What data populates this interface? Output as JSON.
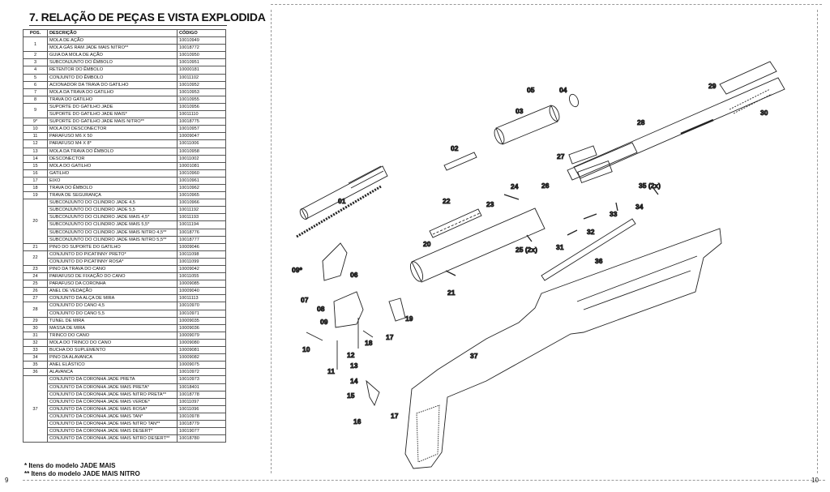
{
  "section_title": "7. RELAÇÃO DE PEÇAS E VISTA EXPLODIDA",
  "table_headers": {
    "pos": "POS.",
    "desc": "DESCRIÇÃO",
    "code": "CÓDIGO"
  },
  "parts": [
    {
      "pos": "1",
      "span": 2,
      "desc": "MOLA DE AÇÃO",
      "code": "10010949"
    },
    {
      "desc": "MOLA GÁS RAM JADE MAIS NITRO**",
      "code": "10018772"
    },
    {
      "pos": "2",
      "desc": "GUIA DA MOLA DE AÇÃO",
      "code": "10010950"
    },
    {
      "pos": "3",
      "desc": "SUBCONJUNTO DO ÊMBOLO",
      "code": "10010951"
    },
    {
      "pos": "4",
      "desc": "RETENTOR DO ÊMBOLO",
      "code": "10000181"
    },
    {
      "pos": "5",
      "desc": "CONJUNTO DO ÊMBOLO",
      "code": "10011102"
    },
    {
      "pos": "6",
      "desc": "ACIONADOR DA TRAVA DO GATILHO",
      "code": "10010952"
    },
    {
      "pos": "7",
      "desc": "MOLA DA TRAVA DO GATILHO",
      "code": "10010953"
    },
    {
      "pos": "8",
      "desc": "TRAVA DO GATILHO",
      "code": "10010955"
    },
    {
      "pos": "9",
      "span": 2,
      "desc": "SUPORTE DO GATILHO JADE",
      "code": "10010956"
    },
    {
      "desc": "SUPORTE DO GATILHO JADE MAIS*",
      "code": "10011110"
    },
    {
      "pos": "9*",
      "desc": "SUPORTE DO GATILHO JADE MAIS NITRO**",
      "code": "10018775"
    },
    {
      "pos": "10",
      "desc": "MOLA DO DESCONECTOR",
      "code": "10010957"
    },
    {
      "pos": "11",
      "desc": "PARAFUSO M6 X 50",
      "code": "10009047"
    },
    {
      "pos": "12",
      "desc": "PARAFUSO M4 X 8*",
      "code": "10011006"
    },
    {
      "pos": "13",
      "desc": "MOLA DA TRAVA DO ÊMBOLO",
      "code": "10010958"
    },
    {
      "pos": "14",
      "desc": "DESCONECTOR",
      "code": "10011002"
    },
    {
      "pos": "15",
      "desc": "MOLA DO GATILHO",
      "code": "10001081"
    },
    {
      "pos": "16",
      "desc": "GATILHO",
      "code": "10010960"
    },
    {
      "pos": "17",
      "desc": "EIXO",
      "code": "10010961"
    },
    {
      "pos": "18",
      "desc": "TRAVA DO ÊMBOLO",
      "code": "10010962"
    },
    {
      "pos": "19",
      "desc": "TRAVA DE SEGURANÇA",
      "code": "10010965"
    },
    {
      "pos": "20",
      "span": 6,
      "desc": "SUBCONJUNTO DO CILINDRO JADE 4,5",
      "code": "10010966"
    },
    {
      "desc": "SUBCONJUNTO DO CILINDRO JADE 5,5",
      "code": "10011192"
    },
    {
      "desc": "SUBCONJUNTO DO CILINDRO JADE MAIS 4,5*",
      "code": "10011193"
    },
    {
      "desc": "SUBCONJUNTO DO CILINDRO JADE MAIS 5,5*",
      "code": "10011194"
    },
    {
      "desc": "SUBCONJUNTO DO CILINDRO JADE MAIS NITRO 4,5**",
      "code": "10018776"
    },
    {
      "desc": "SUBCONJUNTO DO CILINDRO JADE MAIS NITRO 5,5**",
      "code": "10018777"
    },
    {
      "pos": "21",
      "desc": "PINO DO SUPORTE DO GATILHO",
      "code": "10009046"
    },
    {
      "pos": "22",
      "span": 2,
      "desc": "CONJUNTO DO PICATINNY PRETO*",
      "code": "10011098"
    },
    {
      "desc": "CONJUNTO DO PICATINNY ROSA*",
      "code": "10011099"
    },
    {
      "pos": "23",
      "desc": "PINO DA TRAVA DO CANO",
      "code": "10009042"
    },
    {
      "pos": "24",
      "desc": "PARAFUSO DE FIXAÇÃO DO CANO",
      "code": "10011055"
    },
    {
      "pos": "25",
      "desc": "PARAFUSO DA CORONHA",
      "code": "10009085"
    },
    {
      "pos": "26",
      "desc": "ANEL DE VEDAÇÃO",
      "code": "10009040"
    },
    {
      "pos": "27",
      "desc": "CONJUNTO DA ALÇA DE MIRA",
      "code": "10011113"
    },
    {
      "pos": "28",
      "span": 2,
      "desc": "CONJUNTO DO CANO 4,5",
      "code": "10010970"
    },
    {
      "desc": "CONJUNTO DO CANO 5,5",
      "code": "10010971"
    },
    {
      "pos": "29",
      "desc": "TUNEL DE MIRA",
      "code": "10009035"
    },
    {
      "pos": "30",
      "desc": "MASSA DE MIRA",
      "code": "10009036"
    },
    {
      "pos": "31",
      "desc": "TRINCO DO CANO",
      "code": "10009079"
    },
    {
      "pos": "32",
      "desc": "MOLA DO TRINCO DO CANO",
      "code": "10009080"
    },
    {
      "pos": "33",
      "desc": "BUCHA DO SUPLEMENTO",
      "code": "10009081"
    },
    {
      "pos": "34",
      "desc": "PINO DA ALAVANCA",
      "code": "10009082"
    },
    {
      "pos": "35",
      "desc": "ANEL ELÁSTICO",
      "code": "10009075"
    },
    {
      "pos": "36",
      "desc": "ALAVANCA",
      "code": "10010972"
    },
    {
      "pos": "37",
      "span": 10,
      "desc": "CONJUNTO DA CORONHA JADE PRETA",
      "code": "10010973"
    },
    {
      "desc": "CONJUNTO DA CORONHA JADE MAIS PRETA*",
      "code": "10018401"
    },
    {
      "desc": "CONJUNTO DA CORONHA JADE MAIS NITRO PRETA**",
      "code": "10018778"
    },
    {
      "desc": "CONJUNTO DA CORONHA JADE MAIS VERDE*",
      "code": "10011097"
    },
    {
      "desc": "CONJUNTO DA CORONHA JADE MAIS ROSA*",
      "code": "10011096"
    },
    {
      "desc": "CONJUNTO DA CORONHA JADE MAIS TAN*",
      "code": "10010978"
    },
    {
      "desc": "CONJUNTO DA CORONHA JADE MAIS NITRO TAN**",
      "code": "10018779"
    },
    {
      "desc": "CONJUNTO DA CORONHA JADE MAIS DESERT*",
      "code": "10019077"
    },
    {
      "desc": "CONJUNTO DA CORONHA JADE MAIS NITRO DESERT**",
      "code": "10018780"
    }
  ],
  "footnotes": [
    "* Itens do modelo JADE MAIS",
    "** Itens do modelo JADE MAIS NITRO"
  ],
  "page_numbers": {
    "left": "9",
    "right": "10"
  },
  "callouts": [
    "01",
    "02",
    "03",
    "04",
    "05",
    "06",
    "07",
    "08",
    "09",
    "09*",
    "10",
    "11",
    "12",
    "13",
    "14",
    "15",
    "16",
    "17",
    "17",
    "18",
    "19",
    "20",
    "21",
    "22",
    "23",
    "24",
    "25 (2x)",
    "26",
    "27",
    "28",
    "29",
    "30",
    "31",
    "32",
    "33",
    "34",
    "35 (2x)",
    "36",
    "37"
  ]
}
